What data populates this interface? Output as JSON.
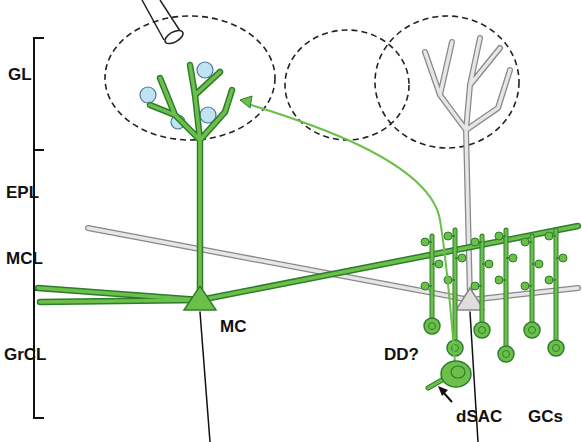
{
  "diagram": {
    "labels": [
      "GL",
      "EPL",
      "MCL",
      "GrCL",
      "MC",
      "DD?",
      "dSAC",
      "GCs"
    ]
  }
}
